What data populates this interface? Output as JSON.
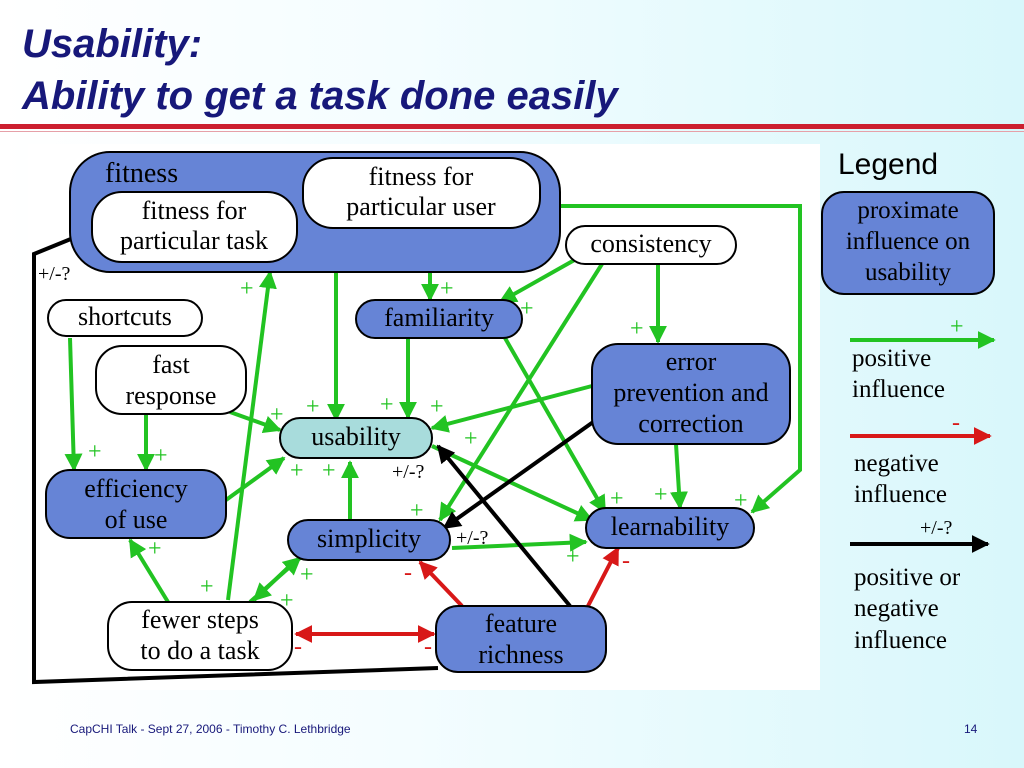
{
  "slide": {
    "title_line1": "Usability:",
    "title_line2": "Ability to get a task done easily",
    "footer_left": "CapCHI Talk - Sept 27, 2006 - Timothy C. Lethbridge",
    "page_number": "14"
  },
  "colors": {
    "title": "#17187a",
    "rule": "#cc1f2f",
    "node_blue": "#6684d6",
    "node_cyan": "#a8dcdc",
    "node_white": "#ffffff",
    "positive": "#22c322",
    "negative": "#d81818",
    "mixed": "#000000"
  },
  "diagram": {
    "nodes": {
      "fitness": "fitness",
      "fitness_task_1": "fitness for",
      "fitness_task_2": "particular task",
      "fitness_user_1": "fitness for",
      "fitness_user_2": "particular user",
      "consistency": "consistency",
      "shortcuts": "shortcuts",
      "familiarity": "familiarity",
      "fast_response_1": "fast",
      "fast_response_2": "response",
      "error_1": "error",
      "error_2": "prevention and",
      "error_3": "correction",
      "usability": "usability",
      "efficiency_1": "efficiency",
      "efficiency_2": "of use",
      "simplicity": "simplicity",
      "learnability": "learnability",
      "fewer_steps_1": "fewer steps",
      "fewer_steps_2": "to do a task",
      "feature_richness_1": "feature",
      "feature_richness_2": "richness"
    },
    "edge_labels": {
      "plus": "+",
      "minus": "-",
      "mixed": "+/-?"
    }
  },
  "legend": {
    "title": "Legend",
    "node_1": "proximate",
    "node_2": "influence on",
    "node_3": "usability",
    "positive_1": "positive",
    "positive_2": "influence",
    "negative_1": "negative",
    "negative_2": "influence",
    "mixed_1": "positive or",
    "mixed_2": "negative",
    "mixed_3": "influence"
  }
}
